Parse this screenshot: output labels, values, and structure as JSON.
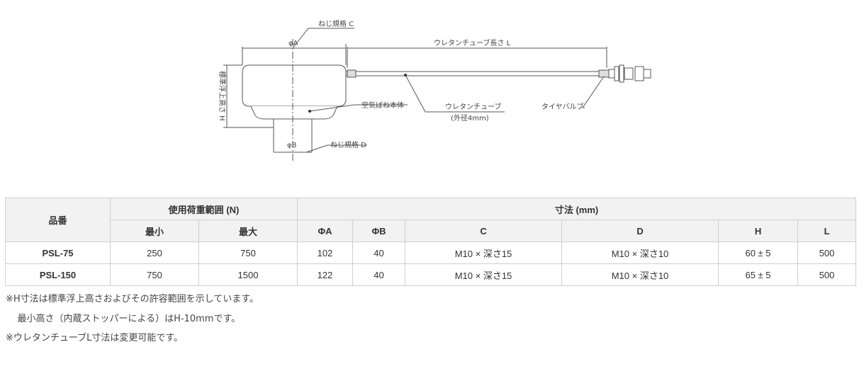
{
  "diagram": {
    "labels": {
      "phi_a": "φA",
      "phi_b": "φB",
      "thread_c": "ねじ規格  C",
      "thread_d": "ねじ規格  D",
      "tube_length": "ウレタンチューブ長さ    L",
      "height": "標準浮上高さ H",
      "spring_body": "空気ばね本体",
      "tube": "ウレタンチューブ",
      "tube_od": "(外径4mm)",
      "valve": "タイヤバルブ"
    }
  },
  "table": {
    "headers": {
      "model": "品番",
      "load_range": "使用荷重範囲 (N)",
      "dimensions": "寸法 (mm)",
      "min": "最小",
      "max": "最大",
      "a": "ΦA",
      "b": "ΦB",
      "c": "C",
      "d": "D",
      "h": "H",
      "l": "L"
    },
    "rows": [
      {
        "model": "PSL-75",
        "min": "250",
        "max": "750",
        "a": "102",
        "b": "40",
        "c": "M10 × 深さ15",
        "d": "M10 × 深さ10",
        "h": "60 ± 5",
        "l": "500"
      },
      {
        "model": "PSL-150",
        "min": "750",
        "max": "1500",
        "a": "122",
        "b": "40",
        "c": "M10 × 深さ15",
        "d": "M10 × 深さ10",
        "h": "65 ± 5",
        "l": "500"
      }
    ]
  },
  "notes": [
    "※H寸法は標準浮上高さおよびその許容範囲を示しています。",
    "    最小高さ（内蔵ストッパーによる）はH-10mmです。",
    "※ウレタンチューブL寸法は変更可能です。"
  ]
}
